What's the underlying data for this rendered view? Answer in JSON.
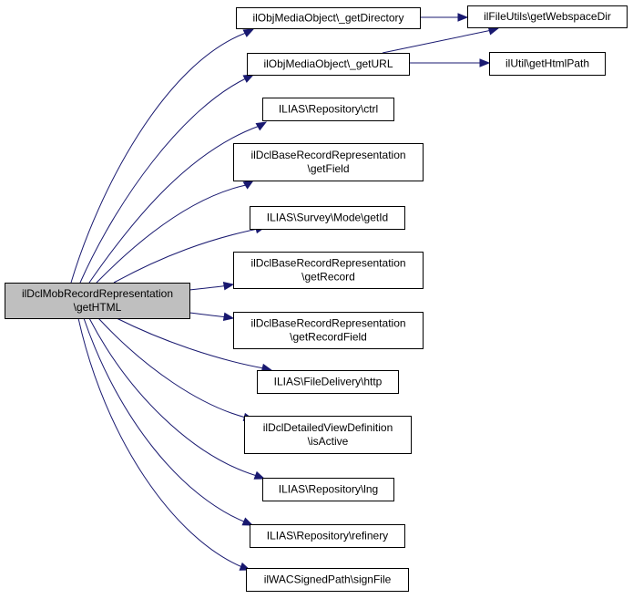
{
  "diagram": {
    "type": "call-graph",
    "edge_color": "#191970",
    "root_fill": "#bfbfbf",
    "node_fill": "#ffffff",
    "nodes": [
      {
        "id": "root",
        "lines": [
          "ilDclMobRecordRepresentation",
          "\\getHTML"
        ],
        "root": true
      },
      {
        "id": "getDirectory",
        "lines": [
          "ilObjMediaObject\\_getDirectory"
        ]
      },
      {
        "id": "getURL",
        "lines": [
          "ilObjMediaObject\\_getURL"
        ]
      },
      {
        "id": "getWebspaceDir",
        "lines": [
          "ilFileUtils\\getWebspaceDir"
        ]
      },
      {
        "id": "getHtmlPath",
        "lines": [
          "ilUtil\\getHtmlPath"
        ]
      },
      {
        "id": "ctrl",
        "lines": [
          "ILIAS\\Repository\\ctrl"
        ]
      },
      {
        "id": "getField",
        "lines": [
          "ilDclBaseRecordRepresentation",
          "\\getField"
        ]
      },
      {
        "id": "getId",
        "lines": [
          "ILIAS\\Survey\\Mode\\getId"
        ]
      },
      {
        "id": "getRecord",
        "lines": [
          "ilDclBaseRecordRepresentation",
          "\\getRecord"
        ]
      },
      {
        "id": "getRecordField",
        "lines": [
          "ilDclBaseRecordRepresentation",
          "\\getRecordField"
        ]
      },
      {
        "id": "http",
        "lines": [
          "ILIAS\\FileDelivery\\http"
        ]
      },
      {
        "id": "isActive",
        "lines": [
          "ilDclDetailedViewDefinition",
          "\\isActive"
        ]
      },
      {
        "id": "lng",
        "lines": [
          "ILIAS\\Repository\\lng"
        ]
      },
      {
        "id": "refinery",
        "lines": [
          "ILIAS\\Repository\\refinery"
        ]
      },
      {
        "id": "signFile",
        "lines": [
          "ilWACSignedPath\\signFile"
        ]
      }
    ],
    "edges": [
      {
        "from": "root",
        "to": "getDirectory"
      },
      {
        "from": "root",
        "to": "getURL"
      },
      {
        "from": "root",
        "to": "ctrl"
      },
      {
        "from": "root",
        "to": "getField"
      },
      {
        "from": "root",
        "to": "getId"
      },
      {
        "from": "root",
        "to": "getRecord"
      },
      {
        "from": "root",
        "to": "getRecordField"
      },
      {
        "from": "root",
        "to": "http"
      },
      {
        "from": "root",
        "to": "isActive"
      },
      {
        "from": "root",
        "to": "lng"
      },
      {
        "from": "root",
        "to": "refinery"
      },
      {
        "from": "root",
        "to": "signFile"
      },
      {
        "from": "getDirectory",
        "to": "getWebspaceDir"
      },
      {
        "from": "getURL",
        "to": "getWebspaceDir"
      },
      {
        "from": "getURL",
        "to": "getHtmlPath"
      }
    ]
  }
}
